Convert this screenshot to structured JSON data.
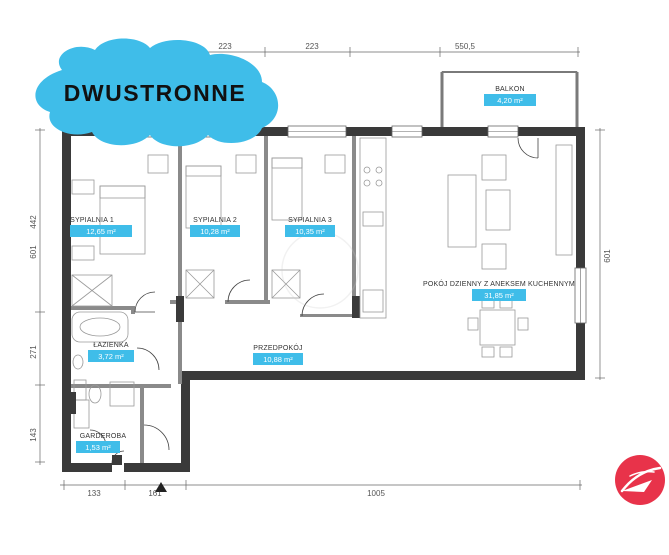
{
  "badge": {
    "label": "DWUSTRONNE"
  },
  "dimensions": {
    "top": [
      "223",
      "223",
      "550,5"
    ],
    "bottom": [
      "133",
      "161",
      "1005"
    ],
    "left": [
      "442",
      "601",
      "271",
      "143"
    ],
    "right": [
      "601"
    ]
  },
  "rooms": [
    {
      "name": "SYPIALNIA 1",
      "area": "12,65 m²"
    },
    {
      "name": "SYPIALNIA 2",
      "area": "10,28 m²"
    },
    {
      "name": "SYPIALNIA 3",
      "area": "10,35 m²"
    },
    {
      "name": "BALKON",
      "area": "4,20 m²"
    },
    {
      "name": "POKÓJ DZIENNY Z ANEKSEM KUCHENNYM",
      "area": "31,85 m²"
    },
    {
      "name": "ŁAZIENKA",
      "area": "3,72 m²"
    },
    {
      "name": "PRZEDPOKÓJ",
      "area": "10,88 m²"
    },
    {
      "name": "GARDEROBA",
      "area": "1,53 m²"
    }
  ],
  "colors": {
    "badge": "#3fbde9",
    "area_label": "#3fbde9",
    "wall": "#3a3a3a",
    "logo": "#e8334a"
  },
  "icons": {
    "logo": "brand-logo-icon",
    "entrance": "entrance-arrow-icon"
  }
}
